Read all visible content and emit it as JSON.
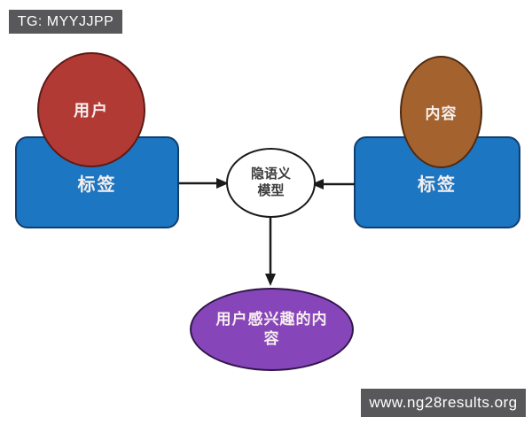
{
  "watermarks": {
    "top_left": "TG: MYYJJPP",
    "bottom_right": "www.ng28results.org"
  },
  "diagram": {
    "left_group": {
      "ellipse_label": "用户",
      "rect_label": "标签"
    },
    "right_group": {
      "ellipse_label": "内容",
      "rect_label": "标签"
    },
    "center_node": {
      "label_lines": [
        "隐语义",
        "模型"
      ]
    },
    "result_node": {
      "label": "用户感兴趣的内容"
    }
  },
  "colors": {
    "user_ellipse": "#b23a35",
    "user_ellipse_border": "#5e1a16",
    "content_ellipse": "#a4632e",
    "content_ellipse_border": "#4f2a10",
    "tag_rect": "#1c76c2",
    "tag_rect_border": "#123e6e",
    "result_ellipse": "#8745ba",
    "result_ellipse_border": "#30164a",
    "watermark_bg": "#58585a",
    "arrow": "#1a1a1a"
  }
}
